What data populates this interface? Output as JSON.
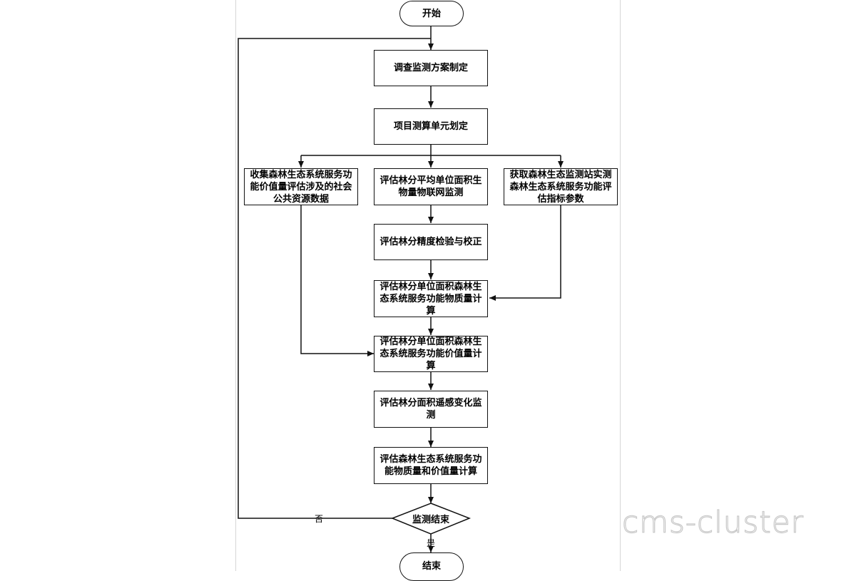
{
  "flowchart": {
    "start": "开始",
    "end": "结束",
    "step1": "调查监测方案制定",
    "step2": "项目测算单元划定",
    "left_branch": "收集森林生态系统服务功能价值量评估涉及的社会公共资源数据",
    "center_branch": "评估林分平均单位面积生物量物联网监测",
    "right_branch": "获取森林生态监测站实测森林生态系统服务功能评估指标参数",
    "step3": "评估林分精度检验与校正",
    "step4": "评估林分单位面积森林生态系统服务功能物质量计算",
    "step5": "评估林分单位面积森林生态系统服务功能价值量计算",
    "step6": "评估林分面积遥感变化监测",
    "step7": "评估森林生态系统服务功能物质量和价值量计算",
    "decision": "监测结束",
    "no_label": "否",
    "yes_label": "是"
  },
  "watermark": "cms-cluster"
}
